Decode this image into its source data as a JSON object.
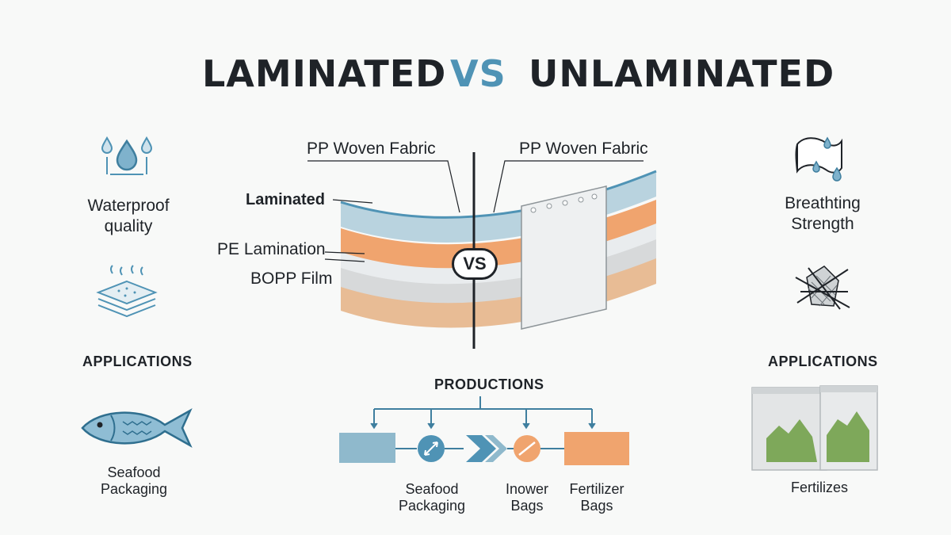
{
  "title": {
    "left": "LAMINATED",
    "vs": "VS",
    "right": "UNLAMINATED"
  },
  "left_panel": {
    "feature": "Waterproof quality",
    "applications_heading": "APPLICATIONS",
    "application": "Seafood Packaging"
  },
  "right_panel": {
    "feature": "Breathting Strength",
    "applications_heading": "APPLICATIONS",
    "application": "Fertilizes"
  },
  "diagram": {
    "left_label_top": "PP Woven Fabric",
    "right_label_top": "PP Woven Fabric",
    "laminated": "Laminated",
    "pe_lamination": "PE Lamination",
    "bopp_film": "BOPP Film",
    "vs_badge": "VS"
  },
  "productions": {
    "heading": "PRODUCTIONS",
    "items": [
      {
        "label": "Seafood Packaging"
      },
      {
        "label": "Inower Bags"
      },
      {
        "label": "Fertilizer Bags"
      }
    ]
  },
  "colors": {
    "accent_blue": "#4f93b5",
    "light_blue": "#b9d3df",
    "orange": "#f0a46e",
    "tan": "#e8bc95",
    "green": "#7ea85a",
    "dark": "#1f2328"
  }
}
